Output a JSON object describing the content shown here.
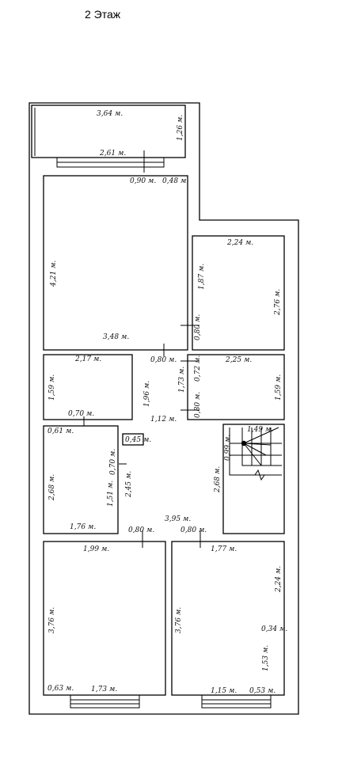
{
  "title": "2 Этаж",
  "dimensions": {
    "balcony_width": "3,64 м.",
    "balcony_depth": "1,26 м.",
    "balcony_door": "2,61 м.",
    "wall_090": "0,90 м.",
    "wall_048": "0,48 м.",
    "room1_width": "3,48 м.",
    "room1_height": "4,21 м.",
    "room2_width": "2,24 м.",
    "room2_height": "2,76 м.",
    "room2_wall": "1,87 м.",
    "room2_door": "0,80 м.",
    "room1_door": "0,80 м.",
    "room3_width": "2,17 м.",
    "room3_height": "1,59 м.",
    "room3_door": "0,70 м.",
    "hall_196": "1,96 м.",
    "hall_173": "1,73 м.",
    "hall_072": "0,72 м.",
    "hall_112": "1,12 м.",
    "room4_width": "2,25 м.",
    "room4_height": "1,59 м.",
    "room4_door": "0,80 м.",
    "stair_149": "1,49 м.",
    "stair_099": "0,99 м.",
    "wall_061": "0,61 м.",
    "wall_045": "0,45 м.",
    "wall_070b": "0,70 м.",
    "room5_height": "2,68 м.",
    "room5_151": "1,51 м.",
    "hall_245": "2,45 м.",
    "hall_268": "2,68 м.",
    "room5_width": "1,76 м.",
    "hall_width": "3,95 м.",
    "room6_door": "0,80 м.",
    "room7_door": "0,80 м.",
    "room6_width": "1,99 м.",
    "room7_width": "1,77 м.",
    "room7_224": "2,24 м.",
    "room6_height": "3,76 м.",
    "room7_height": "3,76 м.",
    "room7_034": "0,34 м.",
    "room7_153": "1,53 м.",
    "room6_063": "0,63 м.",
    "room6_173": "1,73 м.",
    "room7_115": "1,15 м.",
    "room7_053": "0,53 м."
  }
}
